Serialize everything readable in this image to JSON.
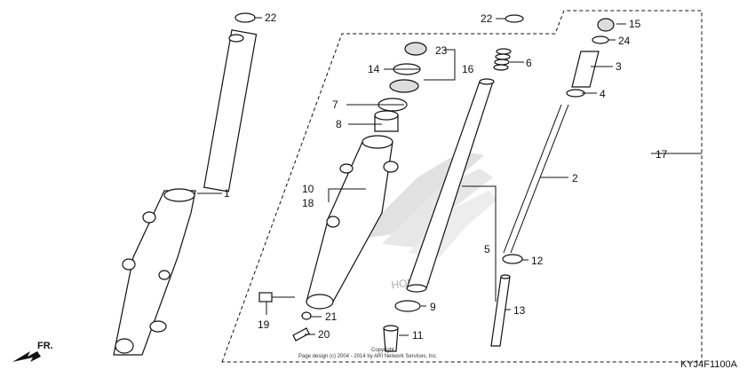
{
  "diagram": {
    "code": "KYJ4F1100A",
    "direction": "FR.",
    "copyright_line1": "Copyright",
    "copyright_line2": "Page design (c) 2004 - 2014 by ARI Network Services, Inc.",
    "watermark_text": "HONDA",
    "callouts": {
      "c1": "1",
      "c2": "2",
      "c3": "3",
      "c4": "4",
      "c5": "5",
      "c6": "6",
      "c7": "7",
      "c8": "8",
      "c9": "9",
      "c10": "10",
      "c11": "11",
      "c12": "12",
      "c13": "13",
      "c14": "14",
      "c15": "15",
      "c16": "16",
      "c17": "17",
      "c18": "18",
      "c19": "19",
      "c20": "20",
      "c21": "21",
      "c22a": "22",
      "c22b": "22",
      "c23": "23",
      "c24": "24"
    }
  }
}
